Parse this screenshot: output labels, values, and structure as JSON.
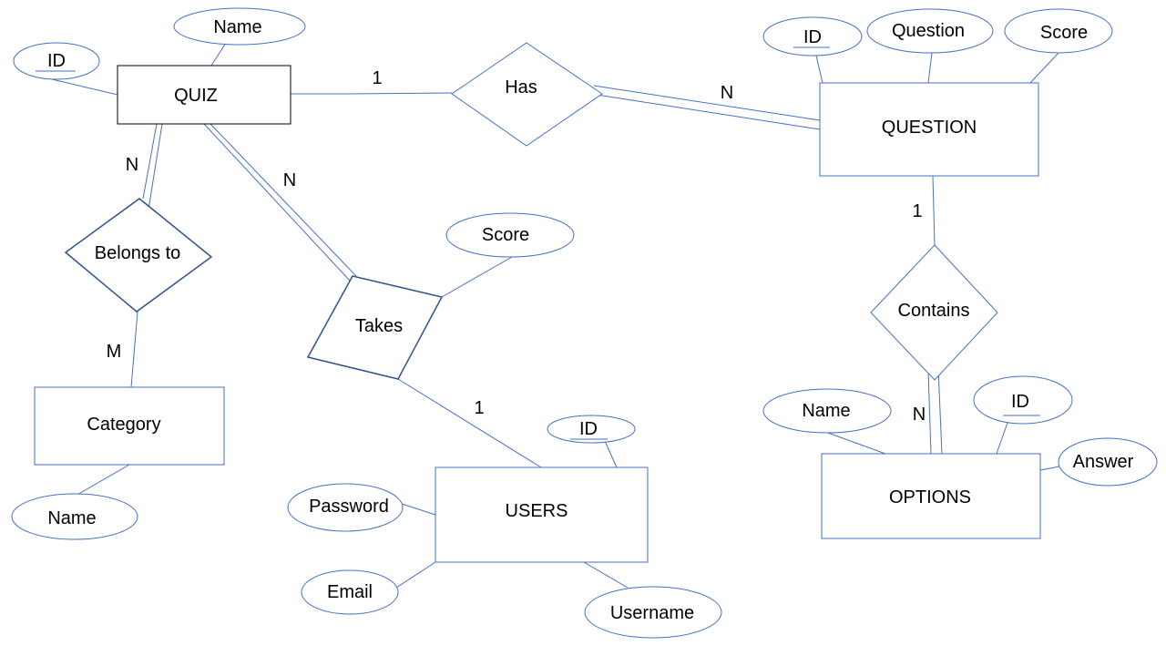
{
  "entities": {
    "quiz": "QUIZ",
    "question": "QUESTION",
    "category": "Category",
    "users": "USERS",
    "options": "OPTIONS"
  },
  "relationships": {
    "has": "Has",
    "belongs_to": "Belongs to",
    "takes": "Takes",
    "contains": "Contains"
  },
  "attributes": {
    "quiz_id": "ID",
    "quiz_name": "Name",
    "question_id": "ID",
    "question_question": "Question",
    "question_score": "Score",
    "takes_score": "Score",
    "category_name": "Name",
    "users_id": "ID",
    "users_password": "Password",
    "users_email": "Email",
    "users_username": "Username",
    "options_name": "Name",
    "options_id": "ID",
    "options_answer": "Answer"
  },
  "cardinalities": {
    "quiz_has": "1",
    "has_question": "N",
    "quiz_belongs": "N",
    "belongs_category": "M",
    "quiz_takes": "N",
    "takes_users": "1",
    "question_contains": "1",
    "contains_options": "N"
  },
  "colors": {
    "line": "#4472C4",
    "line_dark": "#2F528F",
    "text": "#000000"
  }
}
